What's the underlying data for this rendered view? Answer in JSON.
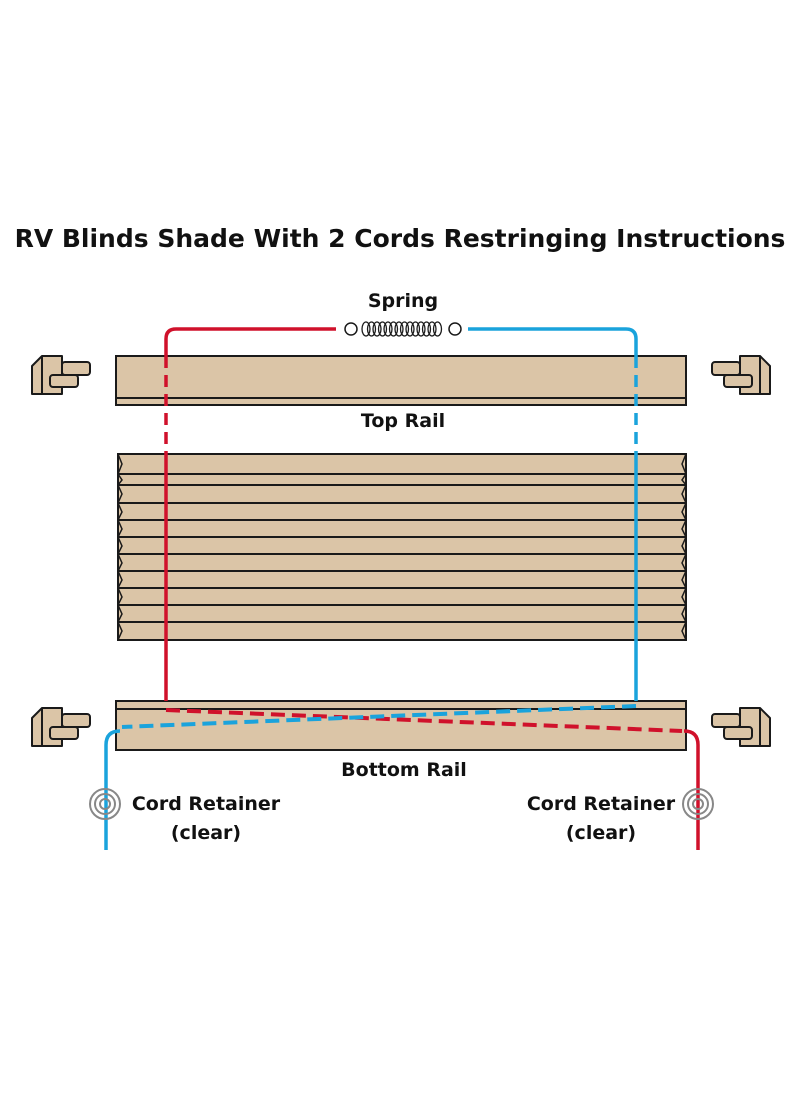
{
  "title": "RV Blinds Shade With 2 Cords Restringing Instructions",
  "labels": {
    "spring": "Spring",
    "top_rail": "Top Rail",
    "bottom_rail": "Bottom Rail",
    "cord_retainer_left": {
      "line1": "Cord Retainer",
      "line2": "(clear)"
    },
    "cord_retainer_right": {
      "line1": "Cord Retainer",
      "line2": "(clear)"
    }
  },
  "colors": {
    "red_cord": "#d0112b",
    "blue_cord": "#1aa3dc",
    "blind_fabric": "#dbc5a7",
    "outline": "#1a1a1a",
    "retainer": "#888888"
  },
  "blind": {
    "pleat_count": 10
  }
}
